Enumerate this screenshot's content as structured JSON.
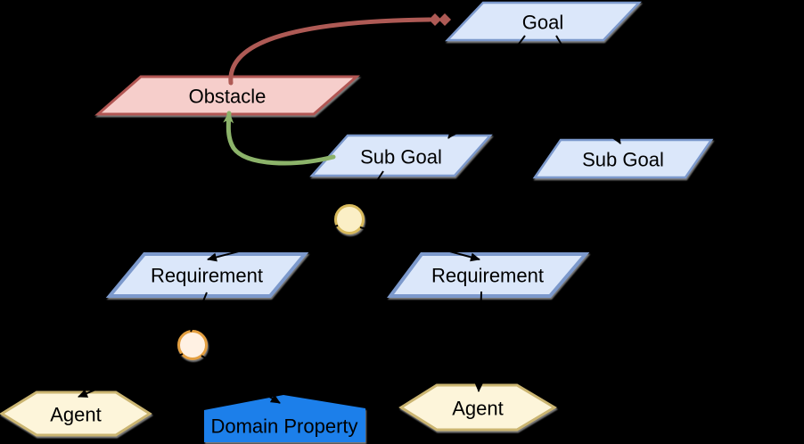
{
  "canvas": {
    "background": "#000000"
  },
  "nodes": {
    "goal": {
      "label": "Goal",
      "type": "parallelogram",
      "fill": "#DBE7FA",
      "stroke": "#7B99CC"
    },
    "obstacle": {
      "label": "Obstacle",
      "type": "parallelogram",
      "fill": "#F6CECB",
      "stroke": "#B15753"
    },
    "subgoal1": {
      "label": "Sub Goal",
      "type": "parallelogram",
      "fill": "#DBE7FA",
      "stroke": "#7B99CC"
    },
    "subgoal2": {
      "label": "Sub Goal",
      "type": "parallelogram",
      "fill": "#DBE7FA",
      "stroke": "#7B99CC"
    },
    "requirement1": {
      "label": "Requirement",
      "type": "parallelogram",
      "fill": "#DBE7FA",
      "stroke": "#7B99CC"
    },
    "requirement2": {
      "label": "Requirement",
      "type": "parallelogram",
      "fill": "#DBE7FA",
      "stroke": "#7B99CC"
    },
    "agent1": {
      "label": "Agent",
      "type": "hexagon",
      "fill": "#FDF5DA",
      "stroke": "#CBB571"
    },
    "agent2": {
      "label": "Agent",
      "type": "hexagon",
      "fill": "#FDF5DA",
      "stroke": "#CBB571"
    },
    "domain_property": {
      "label": "Domain Property",
      "type": "pentagon",
      "fill": "#1C7FEA",
      "text_color": "#ECECEC"
    },
    "and_connector1": {
      "type": "circle",
      "fill": "#FBEFC6",
      "stroke": "#D7B95C"
    },
    "and_connector2": {
      "type": "circle",
      "fill": "#FFF1E3",
      "stroke": "#E39F3F"
    }
  },
  "edges": {
    "obstruction": {
      "from": "Obstacle",
      "to": "Goal",
      "color": "#AE5A55",
      "marker": "double-diamond"
    },
    "resolution": {
      "from": "Sub Goal",
      "to": "Obstacle",
      "color": "#8CB36A",
      "marker": "arrow"
    },
    "refinement": {
      "color": "#000000",
      "marker": "arrow"
    }
  }
}
